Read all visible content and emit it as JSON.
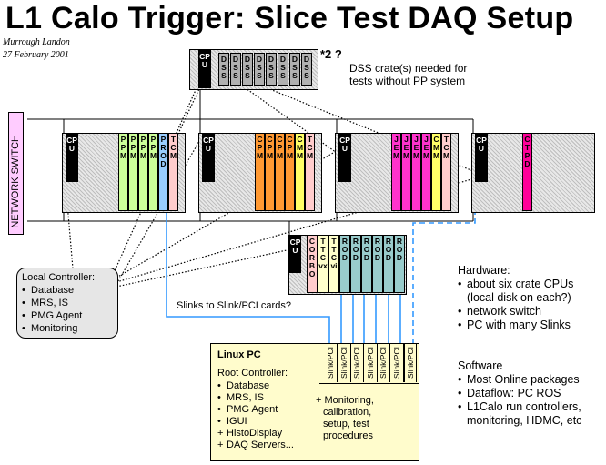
{
  "title": "L1 Calo Trigger: Slice Test DAQ Setup",
  "author": "Murrough Landon",
  "date": "27 February 2001",
  "dss": {
    "cpu_label": "CPU",
    "module_label": "DSS",
    "count": 8,
    "multiplier": "*2 ?",
    "note": [
      "DSS crate(s) needed for",
      "tests without PP system"
    ]
  },
  "network_switch": "NETWORK SWITCH",
  "crates": [
    {
      "cpu": "CPU",
      "modules": [
        {
          "label": "PPM",
          "color": "#ccff99"
        },
        {
          "label": "PPM",
          "color": "#ccff99"
        },
        {
          "label": "PPM",
          "color": "#ccff99"
        },
        {
          "label": "PPM",
          "color": "#ccff99"
        },
        {
          "label": "PROD",
          "color": "#99ccff"
        },
        {
          "label": "TCM",
          "color": "#ffcccc"
        }
      ]
    },
    {
      "cpu": "CPU",
      "modules": [
        {
          "label": "CPM",
          "color": "#ff9933"
        },
        {
          "label": "CPM",
          "color": "#ff9933"
        },
        {
          "label": "CPM",
          "color": "#ff9933"
        },
        {
          "label": "CPM",
          "color": "#ff9933"
        },
        {
          "label": "CMM",
          "color": "#ffff66"
        },
        {
          "label": "TCM",
          "color": "#ffcccc"
        }
      ]
    },
    {
      "cpu": "CPU",
      "modules": [
        {
          "label": "JEM",
          "color": "#ff33cc"
        },
        {
          "label": "JEM",
          "color": "#ff33cc"
        },
        {
          "label": "JEM",
          "color": "#ff33cc"
        },
        {
          "label": "JEM",
          "color": "#ff33cc"
        },
        {
          "label": "CMM",
          "color": "#ffff66"
        },
        {
          "label": "TCM",
          "color": "#ffcccc"
        }
      ]
    },
    {
      "cpu": "CPU",
      "modules": [
        {
          "label": "CTPD",
          "color": "#ff0099"
        }
      ]
    }
  ],
  "ros_crate": {
    "cpu": "CPU",
    "modules": [
      {
        "label": "CORBO",
        "color": "#ffcccc"
      },
      {
        "label": "TTCvx",
        "color": "#ffffcc"
      },
      {
        "label": "TTCvi",
        "color": "#ffffcc"
      },
      {
        "label": "ROD",
        "color": "#99cccc"
      },
      {
        "label": "ROD",
        "color": "#99cccc"
      },
      {
        "label": "ROD",
        "color": "#99cccc"
      },
      {
        "label": "ROD",
        "color": "#99cccc"
      },
      {
        "label": "ROD",
        "color": "#99cccc"
      },
      {
        "label": "ROD",
        "color": "#99cccc"
      }
    ]
  },
  "local_controller": {
    "title": "Local Controller:",
    "items": [
      "Database",
      "MRS, IS",
      "PMG Agent",
      "Monitoring"
    ]
  },
  "slinks_note": "Slinks to Slink/PCI cards?",
  "linux_pc": {
    "title": "Linux PC",
    "root_controller": "Root Controller:",
    "left_items": [
      "Database",
      "MRS, IS",
      "PMG Agent",
      "IGUI",
      "HistoDisplay",
      "DAQ Servers..."
    ],
    "left_bullets": [
      "•",
      "•",
      "•",
      "•",
      "+",
      "+"
    ],
    "right_items": [
      "+ Monitoring,",
      "calibration,",
      "setup, test",
      "procedures"
    ],
    "slink_label": "Slink/PCI",
    "slink_count": 7
  },
  "hardware": {
    "title": "Hardware:",
    "items": [
      "about six crate CPUs",
      "(local disk on each?)",
      "network switch",
      "PC with many Slinks"
    ],
    "bullets": [
      "•",
      "",
      "•",
      "•"
    ]
  },
  "software": {
    "title": "Software",
    "items": [
      "Most Online packages",
      "Dataflow: PC ROS",
      "L1Calo run controllers,",
      "monitoring, HDMC, etc"
    ],
    "bullets": [
      "•",
      "•",
      "•",
      ""
    ]
  },
  "colors": {
    "slink_line": "#3399ff",
    "cpu": "#000000",
    "linux_pc_bg": "#fffccc",
    "controller_bg": "#e6e6e6",
    "network_switch_bg": "#ffccff"
  }
}
